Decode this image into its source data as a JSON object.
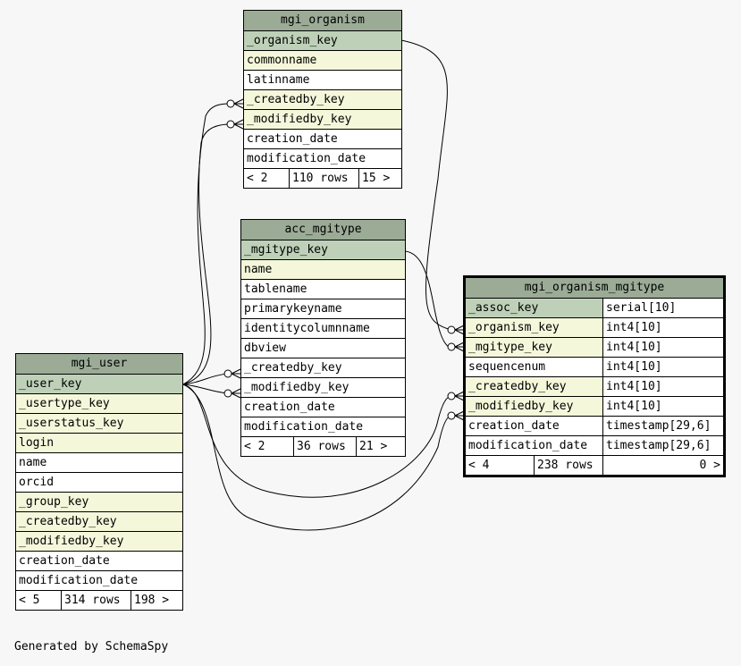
{
  "tables": {
    "mgi_organism": {
      "name": "mgi_organism",
      "columns": [
        {
          "name": "_organism_key",
          "kind": "pk"
        },
        {
          "name": "commonname",
          "kind": "fk"
        },
        {
          "name": "latinname",
          "kind": "plain"
        },
        {
          "name": "_createdby_key",
          "kind": "fk"
        },
        {
          "name": "_modifiedby_key",
          "kind": "fk"
        },
        {
          "name": "creation_date",
          "kind": "plain"
        },
        {
          "name": "modification_date",
          "kind": "plain"
        }
      ],
      "footer": {
        "left": "< 2",
        "rows": "110 rows",
        "right": "15 >"
      }
    },
    "acc_mgitype": {
      "name": "acc_mgitype",
      "columns": [
        {
          "name": "_mgitype_key",
          "kind": "pk"
        },
        {
          "name": "name",
          "kind": "fk"
        },
        {
          "name": "tablename",
          "kind": "plain"
        },
        {
          "name": "primarykeyname",
          "kind": "plain"
        },
        {
          "name": "identitycolumnname",
          "kind": "plain"
        },
        {
          "name": "dbview",
          "kind": "plain"
        },
        {
          "name": "_createdby_key",
          "kind": "plain"
        },
        {
          "name": "_modifiedby_key",
          "kind": "plain"
        },
        {
          "name": "creation_date",
          "kind": "plain"
        },
        {
          "name": "modification_date",
          "kind": "plain"
        }
      ],
      "footer": {
        "left": "< 2",
        "rows": "36 rows",
        "right": "21 >"
      }
    },
    "mgi_user": {
      "name": "mgi_user",
      "columns": [
        {
          "name": "_user_key",
          "kind": "pk"
        },
        {
          "name": "_usertype_key",
          "kind": "fk"
        },
        {
          "name": "_userstatus_key",
          "kind": "fk"
        },
        {
          "name": "login",
          "kind": "fk"
        },
        {
          "name": "name",
          "kind": "plain"
        },
        {
          "name": "orcid",
          "kind": "plain"
        },
        {
          "name": "_group_key",
          "kind": "fk"
        },
        {
          "name": "_createdby_key",
          "kind": "fk"
        },
        {
          "name": "_modifiedby_key",
          "kind": "fk"
        },
        {
          "name": "creation_date",
          "kind": "plain"
        },
        {
          "name": "modification_date",
          "kind": "plain"
        }
      ],
      "footer": {
        "left": "< 5",
        "rows": "314 rows",
        "right": "198 >"
      }
    },
    "mgi_organism_mgitype": {
      "name": "mgi_organism_mgitype",
      "columns": [
        {
          "name": "_assoc_key",
          "type": "serial[10]",
          "kind": "pk"
        },
        {
          "name": "_organism_key",
          "type": "int4[10]",
          "kind": "fk"
        },
        {
          "name": "_mgitype_key",
          "type": "int4[10]",
          "kind": "fk"
        },
        {
          "name": "sequencenum",
          "type": "int4[10]",
          "kind": "plain"
        },
        {
          "name": "_createdby_key",
          "type": "int4[10]",
          "kind": "fk"
        },
        {
          "name": "_modifiedby_key",
          "type": "int4[10]",
          "kind": "fk"
        },
        {
          "name": "creation_date",
          "type": "timestamp[29,6]",
          "kind": "plain"
        },
        {
          "name": "modification_date",
          "type": "timestamp[29,6]",
          "kind": "plain"
        }
      ],
      "footer": {
        "left": "< 4",
        "rows": "238 rows",
        "right": "0 >"
      }
    }
  },
  "generated_by": "Generated by SchemaSpy"
}
